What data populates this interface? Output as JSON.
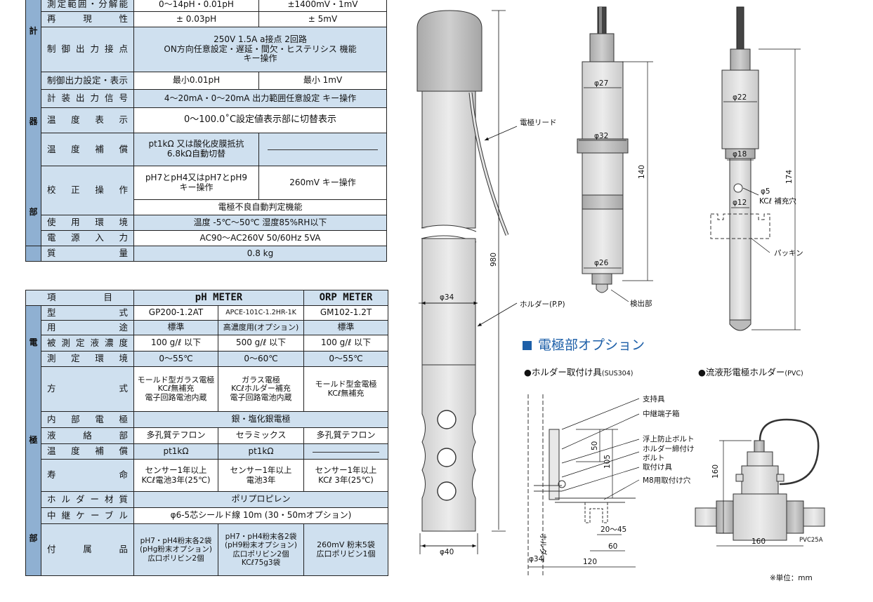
{
  "table1": {
    "cat_chars": [
      "計",
      "器",
      "部"
    ],
    "rows": [
      {
        "label": "測定範囲・分解能",
        "ph": "0～14pH・0.01pH",
        "orp": "±1400mV・1mV"
      },
      {
        "label": "再　現　性",
        "ph": "± 0.03pH",
        "orp": "± 5mV"
      },
      {
        "label": "制御出力接点",
        "both": "250V 1.5A a接点 2回路 / ON方向任意設定・遅延・間欠・ヒステリシス 機能 / キー操作"
      },
      {
        "label": "制御出力設定・表示",
        "ph": "最小0.01pH",
        "orp": "最小 1mV"
      },
      {
        "label": "計装出力信号",
        "both": "4～20mA・0～20mA 出力範囲任意設定 キー操作"
      },
      {
        "label": "温度表示",
        "both": "0～100.0˚C設定値表示部に切替表示"
      },
      {
        "label": "温度補償",
        "ph": "pt1kΩ 又は酸化皮膜抵抗 / 6.8kΩ自動切替",
        "orp": ""
      },
      {
        "label": "校正操作",
        "ph": "pH7とpH4又はpH7とpH9 / キー操作",
        "orp": "260mV キー操作",
        "extra": "電極不良自動判定機能"
      },
      {
        "label": "使用環境",
        "both": "温度 -5℃～50℃ 湿度85%RH以下"
      },
      {
        "label": "電源入力",
        "both": "AC90～AC260V 50/60Hz 5VA"
      },
      {
        "label": "質　量",
        "both": "0.8 kg"
      }
    ]
  },
  "table2": {
    "cat_chars": [
      "電",
      "極",
      "部"
    ],
    "header": {
      "item": "項　目",
      "ph": "pH METER",
      "orp": "ORP METER"
    },
    "rows": [
      {
        "label": "型式",
        "c1": "GP200-1.2AT",
        "c2": "APCE-101C-1.2HR-1K",
        "c3": "GM102-1.2T"
      },
      {
        "label": "用途",
        "c1": "標準",
        "c2": "高濃度用(オプション)",
        "c3": "標準"
      },
      {
        "label": "被測定液濃度",
        "c1": "100 g/ℓ 以下",
        "c2": "500 g/ℓ 以下",
        "c3": "100 g/ℓ 以下"
      },
      {
        "label": "測定環境",
        "c1": "0～55℃",
        "c2": "0～60℃",
        "c3": "0～55℃"
      },
      {
        "label": "方式",
        "c1": "モールド型ガラス電極 / KCℓ無補充 / 電子回路電池内蔵",
        "c2": "ガラス電極 / KCℓホルダー補充 / 電子回路電池内蔵",
        "c3": "モールド型金電極 / KCℓ無補充"
      },
      {
        "label": "内部電極",
        "all": "銀・塩化銀電極"
      },
      {
        "label": "液絡部",
        "c1": "多孔質テフロン",
        "c2": "セラミックス",
        "c3": "多孔質テフロン"
      },
      {
        "label": "温度補償",
        "c12": "pt1kΩ",
        "c12b": "pt1kΩ",
        "c3": ""
      },
      {
        "label": "寿命",
        "c1": "センサー1年以上 / KCℓ電池3年(25℃)",
        "c2": "センサー1年以上 / 電池3年",
        "c3": "センサー1年以上 / KCℓ 3年(25℃)"
      },
      {
        "label": "ホルダー材質",
        "all": "ポリプロピレン"
      },
      {
        "label": "中継ケーブル",
        "all": "φ6-5芯シールド線 10m (30・50mオプション)"
      },
      {
        "label": "付属品",
        "c1": "pH7・pH4粉末各2袋 / (pHg粉末オプション) / 広口ポリビン2個",
        "c2": "pH7・pH4粉末各2袋 / (pH9粉末オプション) / 広口ポリビン2個 / KCℓ75g3袋",
        "c3": "260mV 粉末5袋 / 広口ポリビン1個"
      }
    ]
  },
  "drawing": {
    "holder_labels": {
      "lead": "電極リード",
      "holder": "ホルダー(P.P)",
      "d34": "φ34",
      "d40": "φ40",
      "len": "980"
    },
    "sensor_labels": {
      "d27": "φ27",
      "d32": "φ32",
      "d26": "φ26",
      "len": "140",
      "detect": "検出部"
    },
    "orp_labels": {
      "d22": "φ22",
      "d18": "φ18",
      "d5": "φ5",
      "d12": "φ12",
      "kcl": "KCℓ 補充穴",
      "packing": "パッキン",
      "len": "174"
    },
    "option_title": "電極部オプション",
    "opt1": "●ホルダー取付け具",
    "opt1_sub": "(SUS304)",
    "opt2": "●流液形電極ホルダー",
    "opt2_sub": "(PVC)",
    "mount_labels": {
      "support": "支持具",
      "box": "中継端子箱",
      "bolt1": "浮上防止ボルト",
      "bolt2": "ホルダー締付け",
      "bolt2b": "ボルト",
      "fix": "取付け具",
      "m8": "M8用取付け穴",
      "h50": "50",
      "h105": "105",
      "w2045": "20～45",
      "w60": "60",
      "w120": "120",
      "d34": "φ34",
      "holder": "ホルダー"
    },
    "flow_labels": {
      "h160": "160",
      "w160": "160",
      "model": "PVC25A"
    },
    "unit": "※単位：mm"
  }
}
